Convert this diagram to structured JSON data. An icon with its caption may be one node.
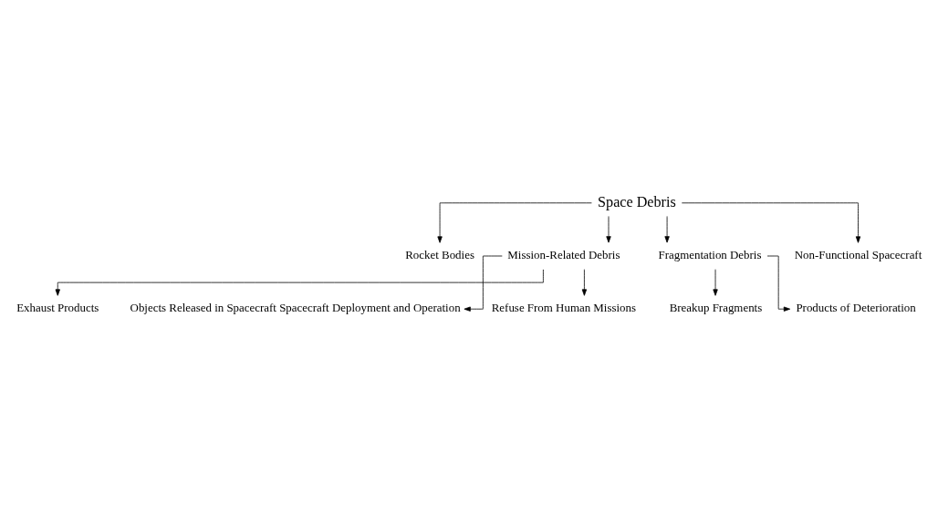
{
  "diagram": {
    "nodes": [
      {
        "text": [
          "Space Debris"
        ]
      },
      {
        "text": [
          "Rocket Bodies"
        ]
      },
      {
        "text": [
          "Mission-Related Debris"
        ]
      },
      {
        "text": [
          "Fragmentation Debris"
        ]
      },
      {
        "text": [
          "Non-Functional Spacecraft"
        ]
      },
      {
        "text": [
          "Breakup Fragments"
        ]
      },
      {
        "text": [
          "Products of Deterioration"
        ]
      },
      {
        "text": [
          "Exhaust Products"
        ]
      },
      {
        "text": [
          "Objects Released in Spacecraft Spacecraft Deployment and Operation"
        ]
      },
      {
        "text": [
          "Refuse From Human Missions"
        ]
      }
    ],
    "edges": [
      {
        "from": 0,
        "to": 1,
        "arrow": "to"
      },
      {
        "from": 0,
        "to": 2,
        "arrow": "to"
      },
      {
        "from": 0,
        "to": 3,
        "arrow": "to"
      },
      {
        "from": 0,
        "to": 4,
        "arrow": "to"
      },
      {
        "from": 3,
        "to": 5,
        "arrow": "to"
      },
      {
        "from": 3,
        "to": 6,
        "arrow": "to"
      },
      {
        "from": 2,
        "to": 7,
        "arrow": "to"
      },
      {
        "from": 2,
        "to": 8,
        "arrow": "to"
      },
      {
        "from": 2,
        "to": 9,
        "arrow": "to"
      }
    ]
  }
}
